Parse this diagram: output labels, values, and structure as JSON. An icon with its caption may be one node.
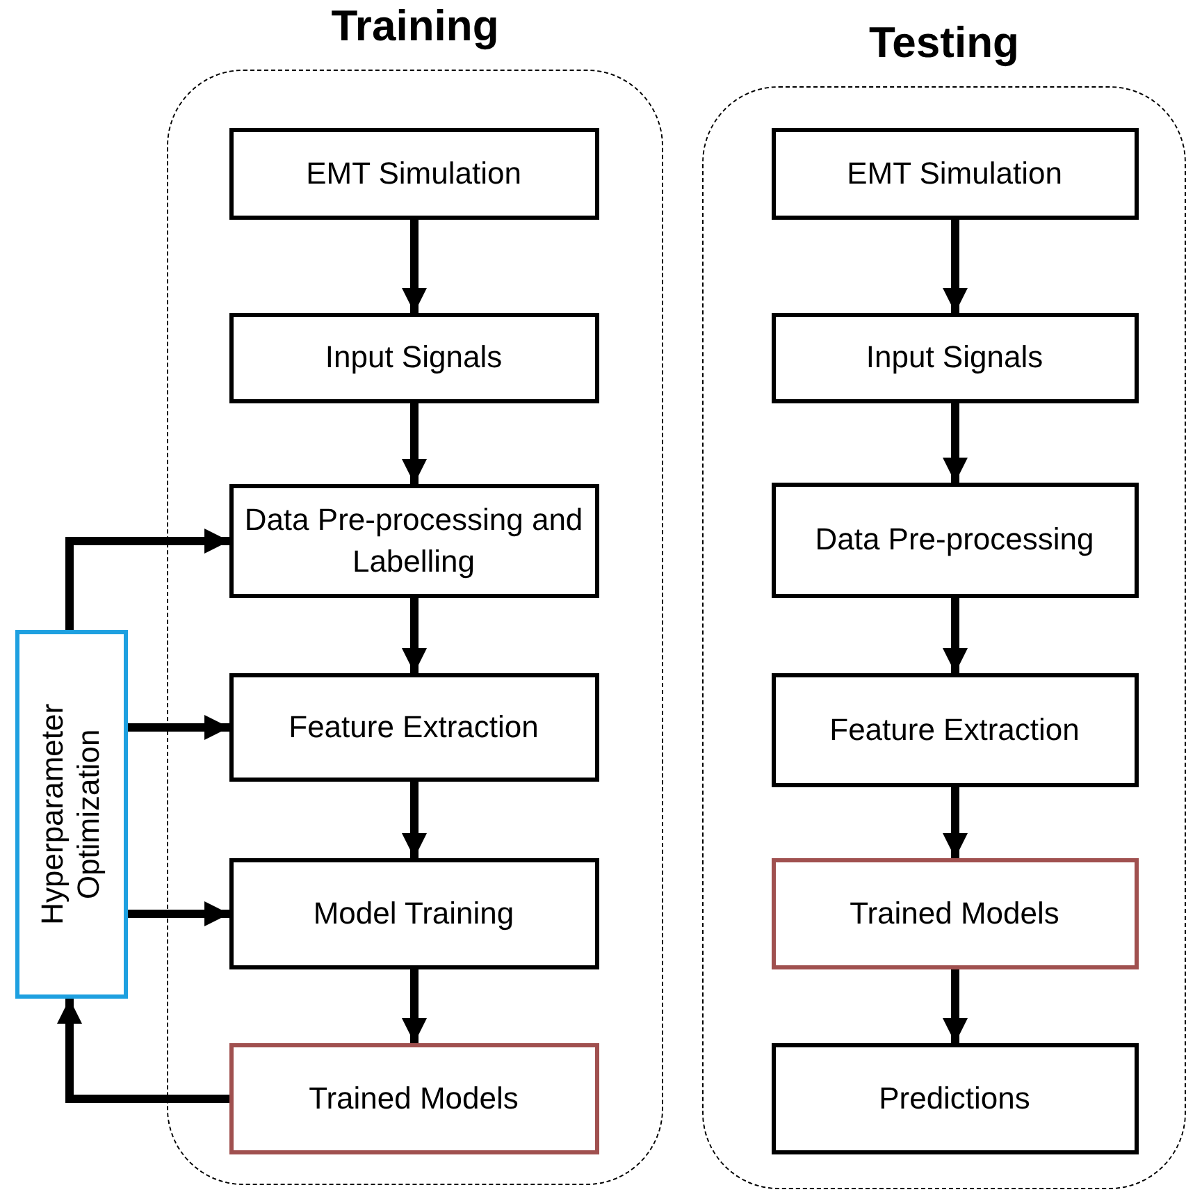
{
  "diagram": {
    "nodes": [
      {
        "text": [
          "Training"
        ]
      },
      {
        "text": [
          "EMT Simulation"
        ],
        "in": 0
      },
      {
        "text": [
          "Input Signals"
        ],
        "in": 0
      },
      {
        "text": [
          "Data Pre-processing and Labelling"
        ],
        "in": 0
      },
      {
        "text": [
          "Feature Extraction"
        ],
        "in": 0
      },
      {
        "text": [
          "Model Training"
        ],
        "in": 0
      },
      {
        "text": [
          "Trained Models"
        ],
        "in": 0
      },
      {
        "text": [
          "Hyperparameter Optimization"
        ]
      },
      {
        "text": [
          "Testing"
        ]
      },
      {
        "text": [
          "EMT Simulation"
        ],
        "in": 8
      },
      {
        "text": [
          "Input Signals"
        ],
        "in": 8
      },
      {
        "text": [
          "Data Pre-processing"
        ],
        "in": 8
      },
      {
        "text": [
          "Feature Extraction"
        ],
        "in": 8
      },
      {
        "text": [
          "Trained Models"
        ],
        "in": 8
      },
      {
        "text": [
          "Predictions"
        ],
        "in": 8
      }
    ],
    "edges": [
      {
        "from": 1,
        "to": 2,
        "arrow": "to"
      },
      {
        "from": 2,
        "to": 3,
        "arrow": "to"
      },
      {
        "from": 3,
        "to": 4,
        "arrow": "to"
      },
      {
        "from": 4,
        "to": 5,
        "arrow": "to"
      },
      {
        "from": 5,
        "to": 6,
        "arrow": "to"
      },
      {
        "from": 7,
        "to": 3,
        "arrow": "to"
      },
      {
        "from": 7,
        "to": 4,
        "arrow": "to"
      },
      {
        "from": 7,
        "to": 5,
        "arrow": "to"
      },
      {
        "from": 6,
        "to": 7,
        "arrow": "to"
      },
      {
        "from": 9,
        "to": 10,
        "arrow": "to"
      },
      {
        "from": 10,
        "to": 11,
        "arrow": "to"
      },
      {
        "from": 11,
        "to": 12,
        "arrow": "to"
      },
      {
        "from": 12,
        "to": 13,
        "arrow": "to"
      },
      {
        "from": 13,
        "to": 14,
        "arrow": "to"
      }
    ]
  }
}
